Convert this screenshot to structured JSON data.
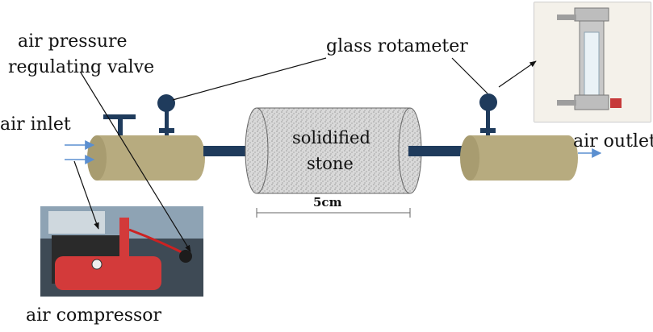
{
  "labels": {
    "air_pressure_line1": "air pressure",
    "air_pressure_line2": "regulating valve",
    "glass_rotameter": "glass rotameter",
    "air_inlet": "air inlet",
    "air_outlet": "air outlet",
    "stone_line1": "solidified",
    "stone_line2": "stone",
    "dimension": "5cm",
    "air_compressor": "air compressor"
  },
  "colors": {
    "cylinder_fill": "#b7ab7f",
    "pipe": "#1f3b5c",
    "flow_arrow": "#5b8fd0",
    "stone_fill": "#d4d4d4",
    "stone_outline": "#666666",
    "leader_line": "#111111"
  },
  "photos": {
    "rotameter": "glass-rotameter-photo",
    "compressor": "air-compressor-photo"
  }
}
